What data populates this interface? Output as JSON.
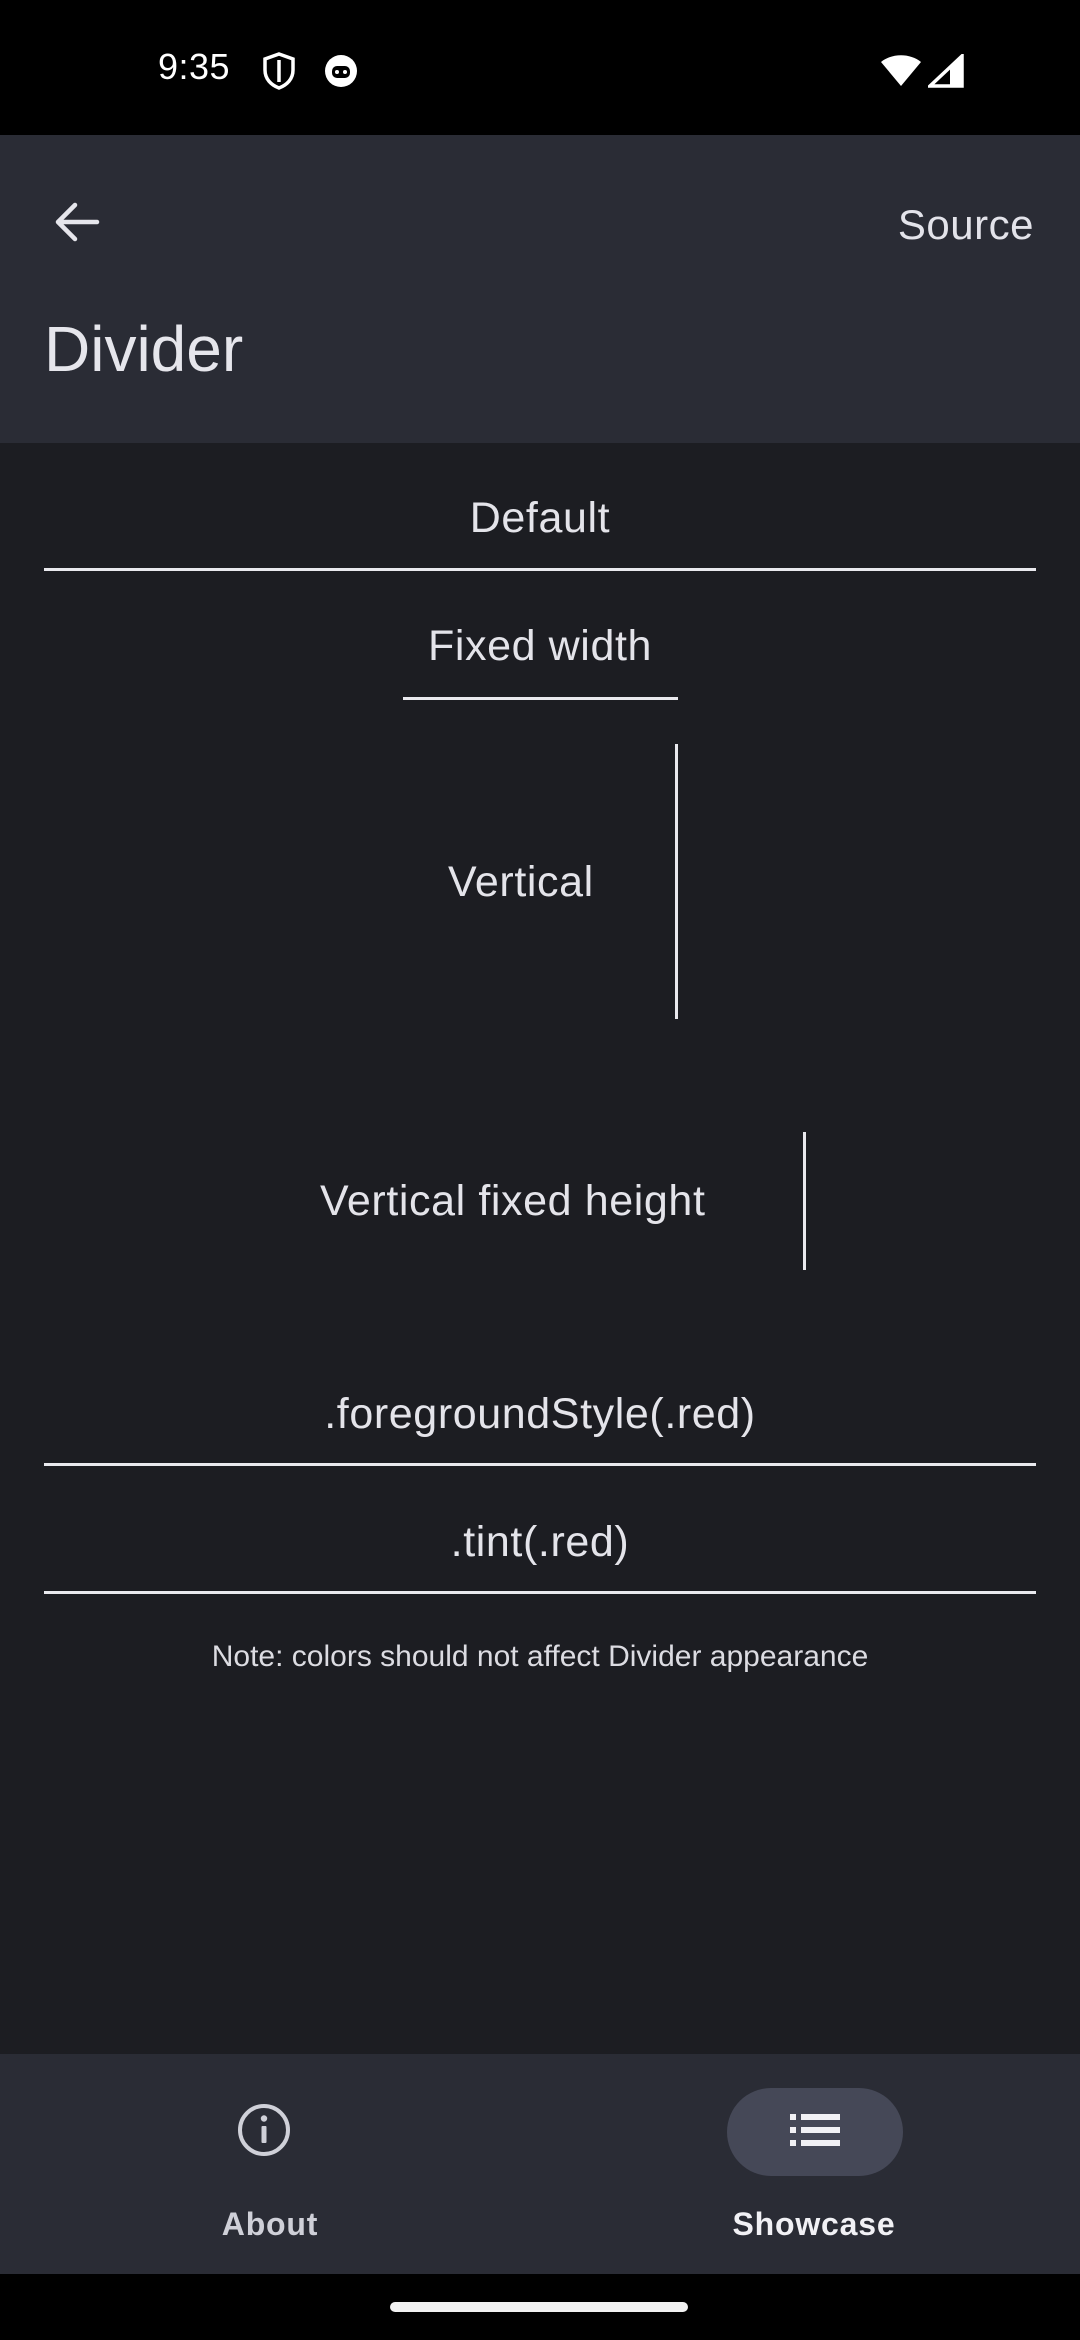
{
  "status_bar": {
    "time": "9:35",
    "icons_left": [
      "shield-icon",
      "notification-icon"
    ],
    "icons_right": [
      "wifi-icon",
      "signal-icon"
    ]
  },
  "app_bar": {
    "back_icon": "arrow-left-icon",
    "source_label": "Source",
    "title": "Divider"
  },
  "content": {
    "rows": {
      "default": "Default",
      "fixed_width": "Fixed width",
      "vertical": "Vertical",
      "vertical_fixed_height": "Vertical fixed height",
      "foreground_style": ".foregroundStyle(.red)",
      "tint": ".tint(.red)"
    },
    "note": "Note: colors should not affect Divider appearance"
  },
  "bottom_nav": {
    "items": [
      {
        "label": "About",
        "icon": "info-icon",
        "selected": false
      },
      {
        "label": "Showcase",
        "icon": "list-icon",
        "selected": true
      }
    ]
  },
  "colors": {
    "background": "#1c1d22",
    "app_bar": "#2a2c35",
    "divider": "#e9e9ee",
    "selected_pill": "#454857"
  }
}
